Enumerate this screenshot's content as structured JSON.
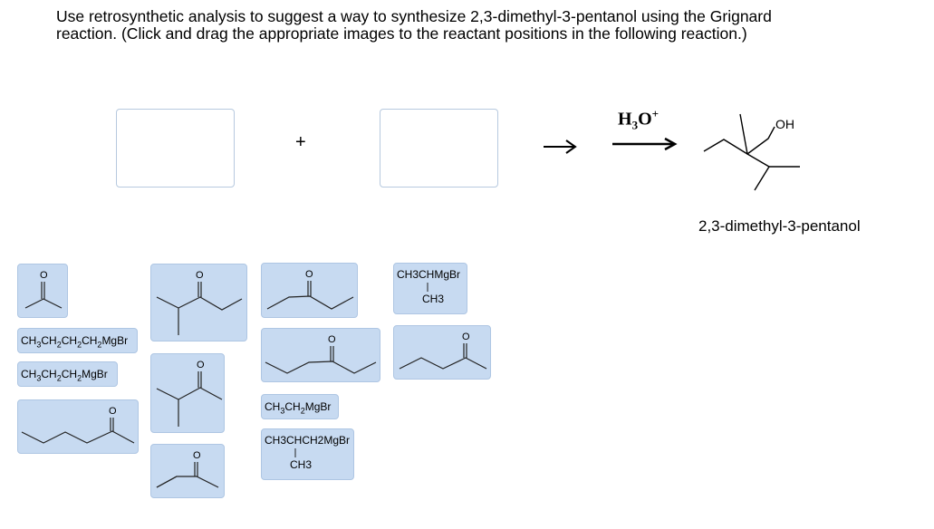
{
  "question": {
    "line1": "Use retrosynthetic analysis to suggest a way to synthesize 2,3-dimethyl-3-pentanol using the Grignard",
    "line2": "reaction. (Click and drag the appropriate images to the reactant positions in the following reaction.)"
  },
  "reaction": {
    "plus": "+",
    "reagent_main": "H",
    "reagent_sub": "3",
    "reagent_o": "O",
    "reagent_sup": "+",
    "product_oh": "OH",
    "product_name": "2,3-dimethyl-3-pentanol"
  },
  "tiles": {
    "oxygen": "O",
    "butyl_grignard": [
      "CH",
      "3",
      "CH",
      "2",
      "CH",
      "2",
      "CH",
      "2",
      "MgBr"
    ],
    "propyl_grignard": [
      "CH",
      "3",
      "CH",
      "2",
      "CH",
      "2",
      "MgBr"
    ],
    "ethyl_grignard": [
      "CH",
      "3",
      "CH",
      "2",
      "MgBr"
    ],
    "secbutyl_grignard_top": "CH3CHMgBr",
    "secbutyl_grignard_bottom": "CH3",
    "isobutyl_grignard_top": "CH3CHCH2MgBr",
    "isobutyl_grignard_bottom": "CH3"
  },
  "colors": {
    "tile_fill": "#c7daf1",
    "tile_border": "#aec6e3",
    "dropbox_border": "#b7c9df"
  }
}
